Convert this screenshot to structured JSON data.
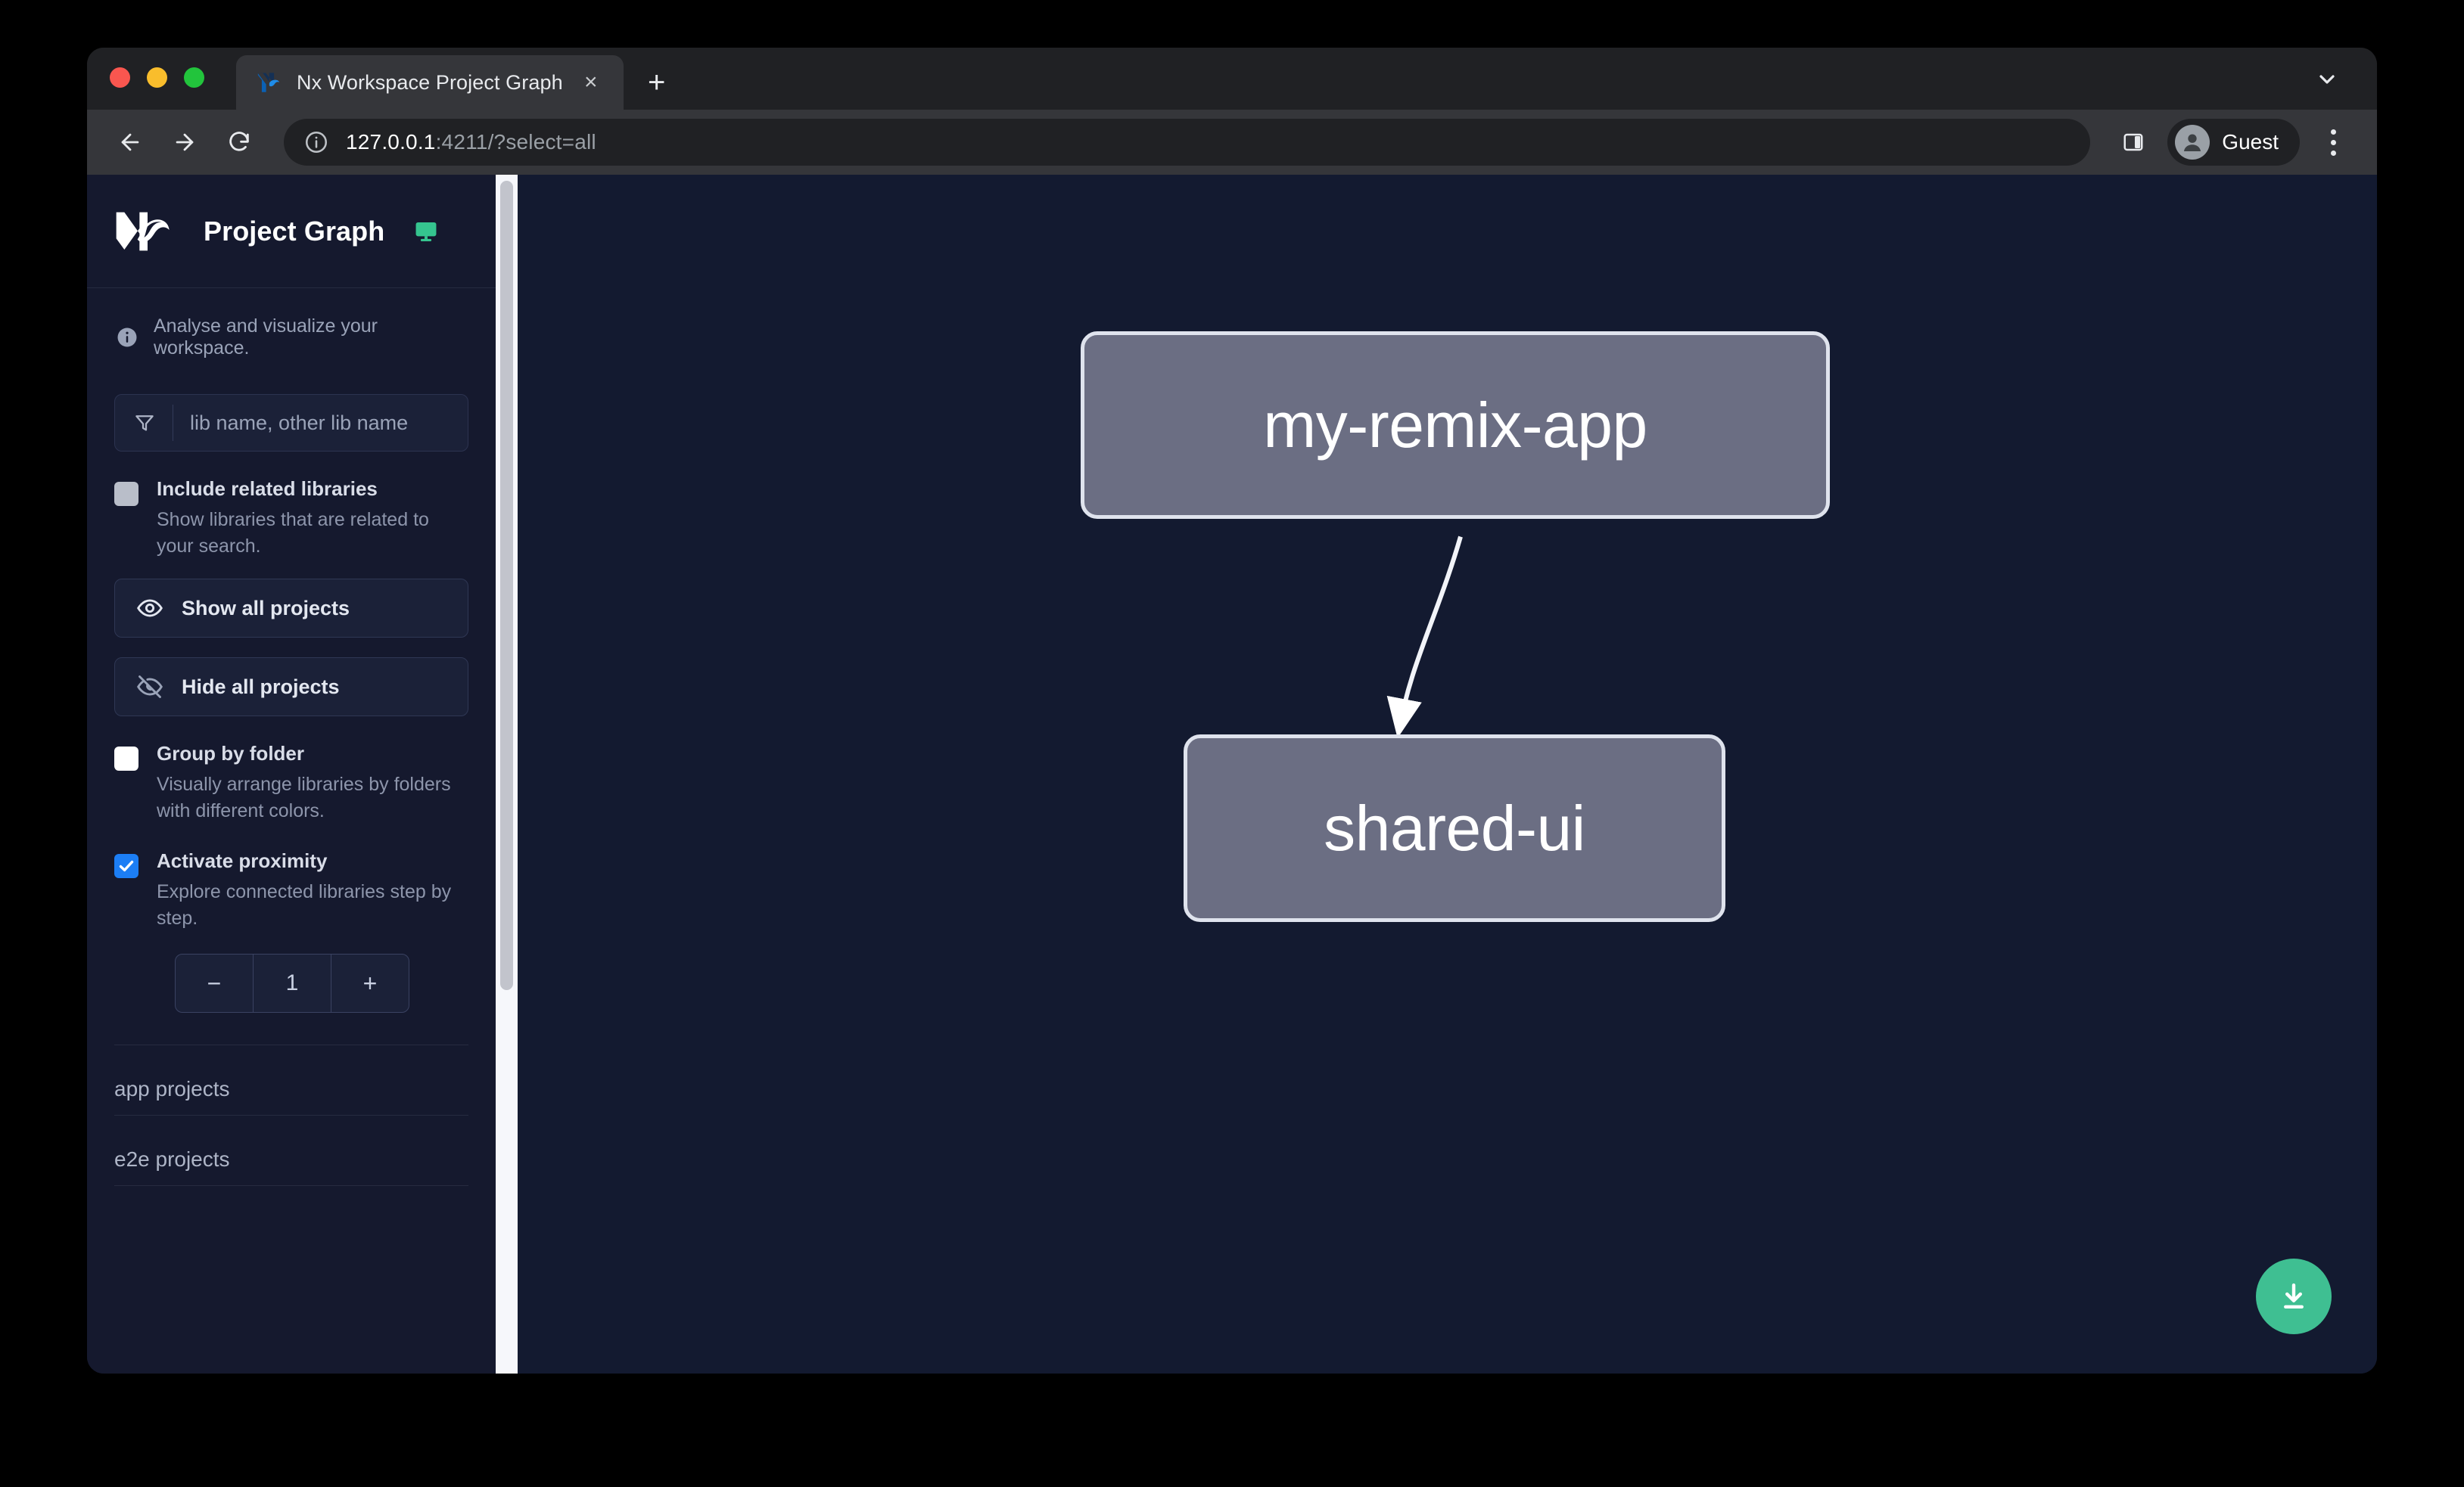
{
  "browser": {
    "tab": {
      "title": "Nx Workspace Project Graph",
      "favicon": "nx-favicon-icon",
      "close": "×"
    },
    "new_tab": "+",
    "tabstrip_chevron": "chevron-down-icon",
    "toolbar": {
      "back": "back-arrow-icon",
      "forward": "forward-arrow-icon",
      "reload": "reload-icon",
      "site_info": "info-icon",
      "url_host": "127.0.0.1",
      "url_rest": ":4211/?select=all",
      "side_panel": "side-panel-icon",
      "profile_label": "Guest",
      "menu": "kebab-menu-icon"
    }
  },
  "sidebar": {
    "app_title": "Project Graph",
    "logo": "nx-logo",
    "monitor_icon": "monitor-icon",
    "hint": "Analyse and visualize your workspace.",
    "filter": {
      "placeholder": "lib name, other lib name",
      "value": "",
      "icon": "filter-funnel-icon"
    },
    "options": [
      {
        "id": "include-related-libraries",
        "title": "Include related libraries",
        "desc": "Show libraries that are related to your search.",
        "checked": false,
        "style": "off-gray"
      },
      {
        "id": "group-by-folder",
        "title": "Group by folder",
        "desc": "Visually arrange libraries by folders with different colors.",
        "checked": false,
        "style": "off-white"
      },
      {
        "id": "activate-proximity",
        "title": "Activate proximity",
        "desc": "Explore connected libraries step by step.",
        "checked": true,
        "style": "on"
      }
    ],
    "buttons": {
      "show_all": "Show all projects",
      "hide_all": "Hide all projects",
      "show_all_icon": "eye-icon",
      "hide_all_icon": "eye-off-icon"
    },
    "stepper": {
      "decrement": "−",
      "value": "1",
      "increment": "+"
    },
    "project_sections": [
      {
        "label": "app projects"
      },
      {
        "label": "e2e projects"
      }
    ]
  },
  "graph": {
    "nodes": [
      {
        "id": "my-remix-app",
        "label": "my-remix-app"
      },
      {
        "id": "shared-ui",
        "label": "shared-ui"
      }
    ],
    "edges": [
      {
        "from": "my-remix-app",
        "to": "shared-ui"
      }
    ],
    "download_button": "download-icon"
  },
  "colors": {
    "accent_green": "#3fbf92",
    "checkbox_on": "#1c7ef5",
    "node_fill": "#6b6e83",
    "node_border": "#dfe3ed",
    "canvas_bg": "#131a30",
    "sidebar_bg": "#15192e"
  }
}
